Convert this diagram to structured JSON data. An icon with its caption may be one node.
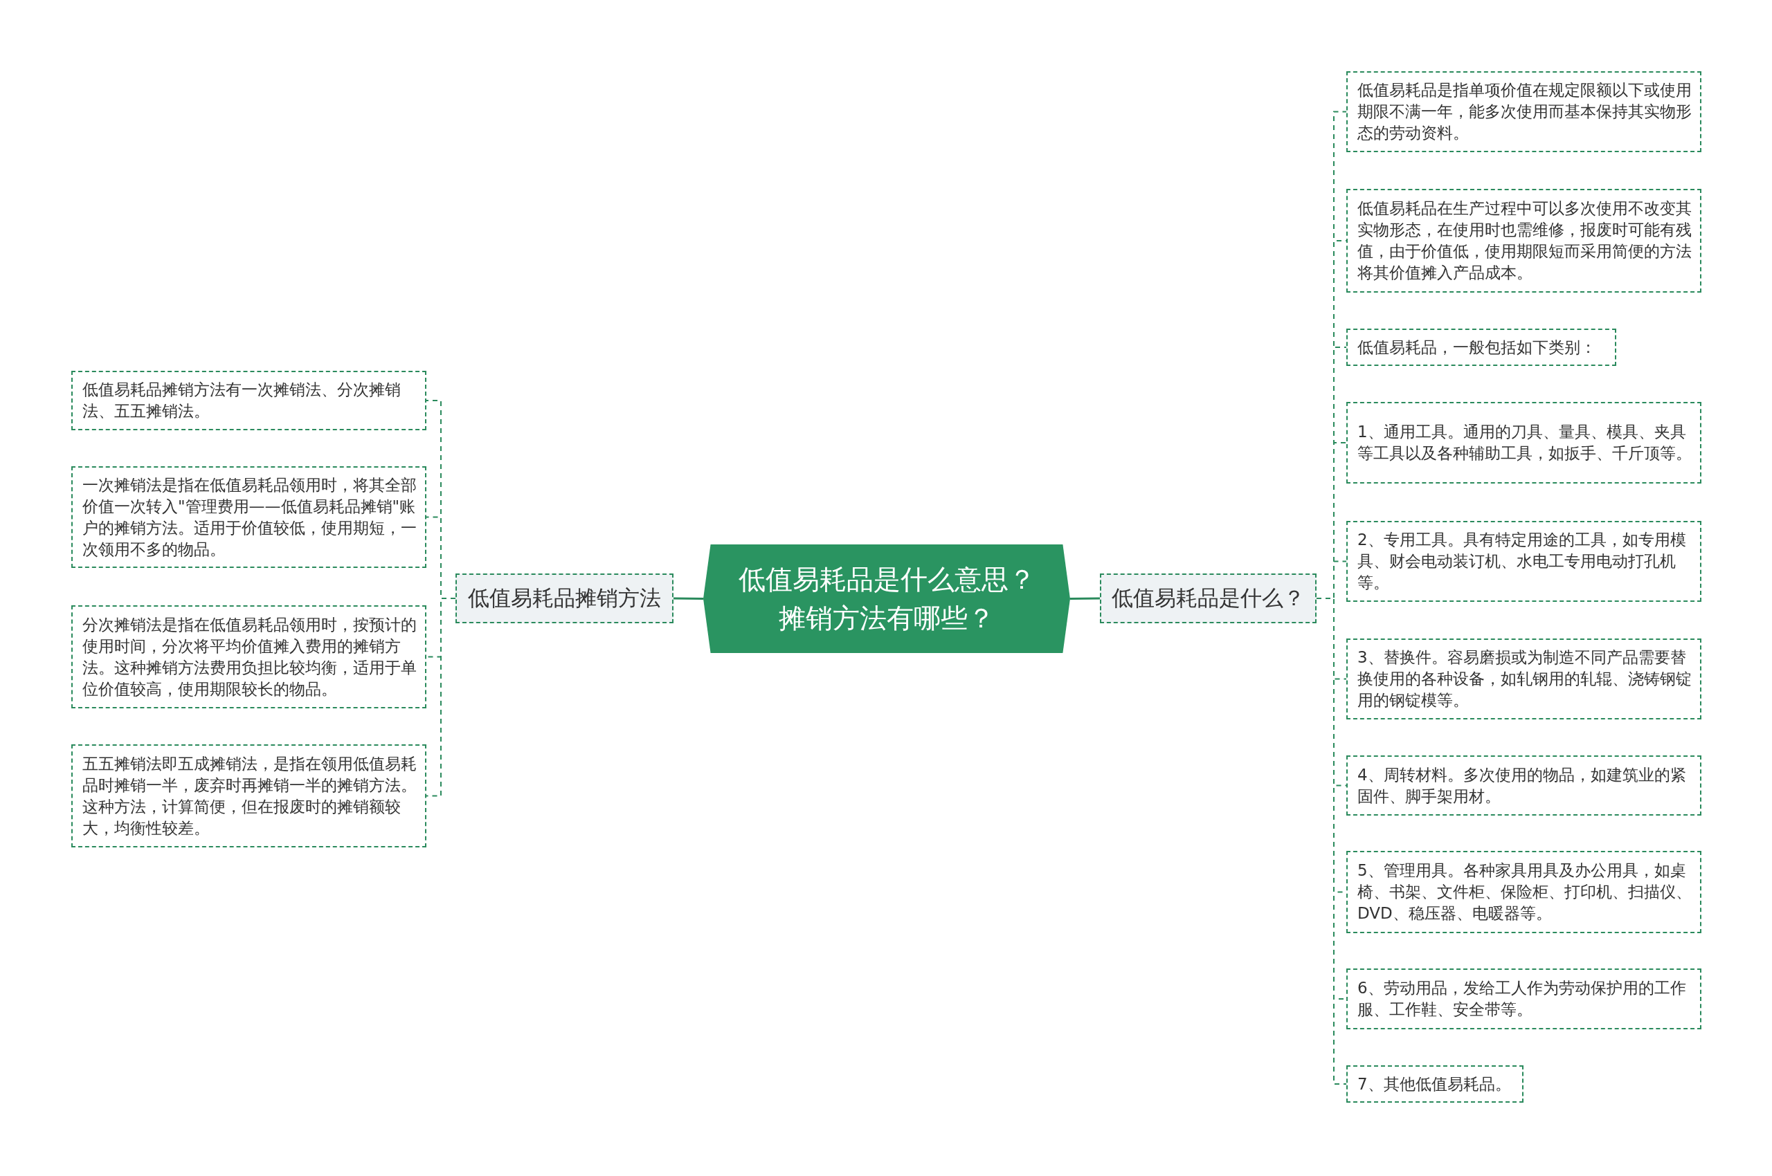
{
  "diagram": {
    "nodes": [
      {
        "text": [
          "低值易耗品是什么意思？摊销方法有哪些？"
        ]
      },
      {
        "text": [
          "低值易耗品摊销方法"
        ]
      },
      {
        "text": [
          "低值易耗品摊销方法有一次摊销法、分次摊销法、五五摊销法。"
        ]
      },
      {
        "text": [
          "一次摊销法是指在低值易耗品领用时，将其全部价值一次转入\"管理费用——低值易耗品摊销\"账户的摊销方法。适用于价值较低，使用期短，一次领用不多的物品。"
        ]
      },
      {
        "text": [
          "分次摊销法是指在低值易耗品领用时，按预计的使用时间，分次将平均价值摊入费用的摊销方法。这种摊销方法费用负担比较均衡，适用于单位价值较高，使用期限较长的物品。"
        ]
      },
      {
        "text": [
          "五五摊销法即五成摊销法，是指在领用低值易耗品时摊销一半，废弃时再摊销一半的摊销方法。这种方法，计算简便，但在报废时的摊销额较大，均衡性较差。"
        ]
      },
      {
        "text": [
          "低值易耗品是什么？"
        ]
      },
      {
        "text": [
          "低值易耗品是指单项价值在规定限额以下或使用期限不满一年，能多次使用而基本保持其实物形态的劳动资料。"
        ]
      },
      {
        "text": [
          "低值易耗品在生产过程中可以多次使用不改变其实物形态，在使用时也需维修，报废时可能有残值，由于价值低，使用期限短而采用简便的方法将其价值摊入产品成本。"
        ]
      },
      {
        "text": [
          "低值易耗品，一般包括如下类别："
        ]
      },
      {
        "text": [
          "1、通用工具。通用的刀具、量具、模具、夹具等工具以及各种辅助工具，如扳手、千斤顶等。"
        ]
      },
      {
        "text": [
          "2、专用工具。具有特定用途的工具，如专用模具、财会电动装订机、水电工专用电动打孔机等。"
        ]
      },
      {
        "text": [
          "3、替换件。容易磨损或为制造不同产品需要替换使用的各种设备，如轧钢用的轧辊、浇铸钢锭用的钢锭模等。"
        ]
      },
      {
        "text": [
          "4、周转材料。多次使用的物品，如建筑业的紧固件、脚手架用材。"
        ]
      },
      {
        "text": [
          "5、管理用具。各种家具用具及办公用具，如桌椅、书架、文件柜、保险柜、打印机、扫描仪、DVD、稳压器、电暖器等。"
        ]
      },
      {
        "text": [
          "6、劳动用品，发给工人作为劳动保护用的工作服、工作鞋、安全带等。"
        ]
      },
      {
        "text": [
          "7、其他低值易耗品。"
        ]
      }
    ],
    "edges": [
      {
        "from": 0,
        "to": 1,
        "arrow": "none"
      },
      {
        "from": 1,
        "to": 2,
        "arrow": "none",
        "style": "dashed"
      },
      {
        "from": 1,
        "to": 3,
        "arrow": "none",
        "style": "dashed"
      },
      {
        "from": 1,
        "to": 4,
        "arrow": "none",
        "style": "dashed"
      },
      {
        "from": 1,
        "to": 5,
        "arrow": "none",
        "style": "dashed"
      },
      {
        "from": 0,
        "to": 6,
        "arrow": "none"
      },
      {
        "from": 6,
        "to": 7,
        "arrow": "none",
        "style": "dashed"
      },
      {
        "from": 6,
        "to": 8,
        "arrow": "none",
        "style": "dashed"
      },
      {
        "from": 6,
        "to": 9,
        "arrow": "none",
        "style": "dashed"
      },
      {
        "from": 6,
        "to": 10,
        "arrow": "none",
        "style": "dashed"
      },
      {
        "from": 6,
        "to": 11,
        "arrow": "none",
        "style": "dashed"
      },
      {
        "from": 6,
        "to": 12,
        "arrow": "none",
        "style": "dashed"
      },
      {
        "from": 6,
        "to": 13,
        "arrow": "none",
        "style": "dashed"
      },
      {
        "from": 6,
        "to": 14,
        "arrow": "none",
        "style": "dashed"
      },
      {
        "from": 6,
        "to": 15,
        "arrow": "none",
        "style": "dashed"
      },
      {
        "from": 6,
        "to": 16,
        "arrow": "none",
        "style": "dashed"
      }
    ]
  }
}
